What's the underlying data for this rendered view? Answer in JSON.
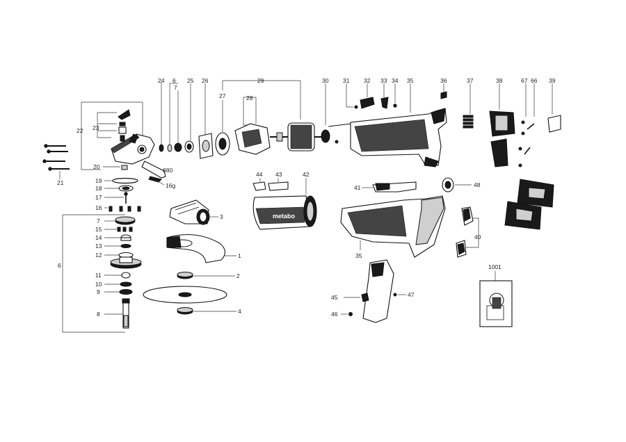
{
  "diagram": {
    "labels": {
      "l1": "1",
      "l2": "2",
      "l3": "3",
      "l4": "4",
      "l6": "6",
      "l6b": "6",
      "l7": "7",
      "l7b": "7",
      "l8": "8",
      "l9": "9",
      "l10": "10",
      "l11": "11",
      "l12": "12",
      "l13": "13",
      "l14": "14",
      "l15": "15",
      "l16": "16",
      "l17": "17",
      "l18": "18",
      "l19": "19",
      "l20": "20",
      "l21": "21",
      "l22": "22",
      "l23": "23",
      "l24": "24",
      "l25": "25",
      "l26": "26",
      "l27": "27",
      "l28": "28",
      "l29": "29",
      "l30": "30",
      "l31": "31",
      "l32": "32",
      "l33": "33",
      "l34": "34",
      "l35": "35",
      "l35b": "35",
      "l36": "36",
      "l37": "37",
      "l38": "38",
      "l39": "39",
      "l40": "40",
      "l41": "41",
      "l42": "42",
      "l43": "43",
      "l44": "44",
      "l45": "45",
      "l46": "46",
      "l47": "47",
      "l48": "48",
      "l66": "66",
      "l67": "67",
      "l880": "880",
      "l16g": "16g",
      "l1001": "1001"
    },
    "brand_on_motor": "metabo"
  }
}
